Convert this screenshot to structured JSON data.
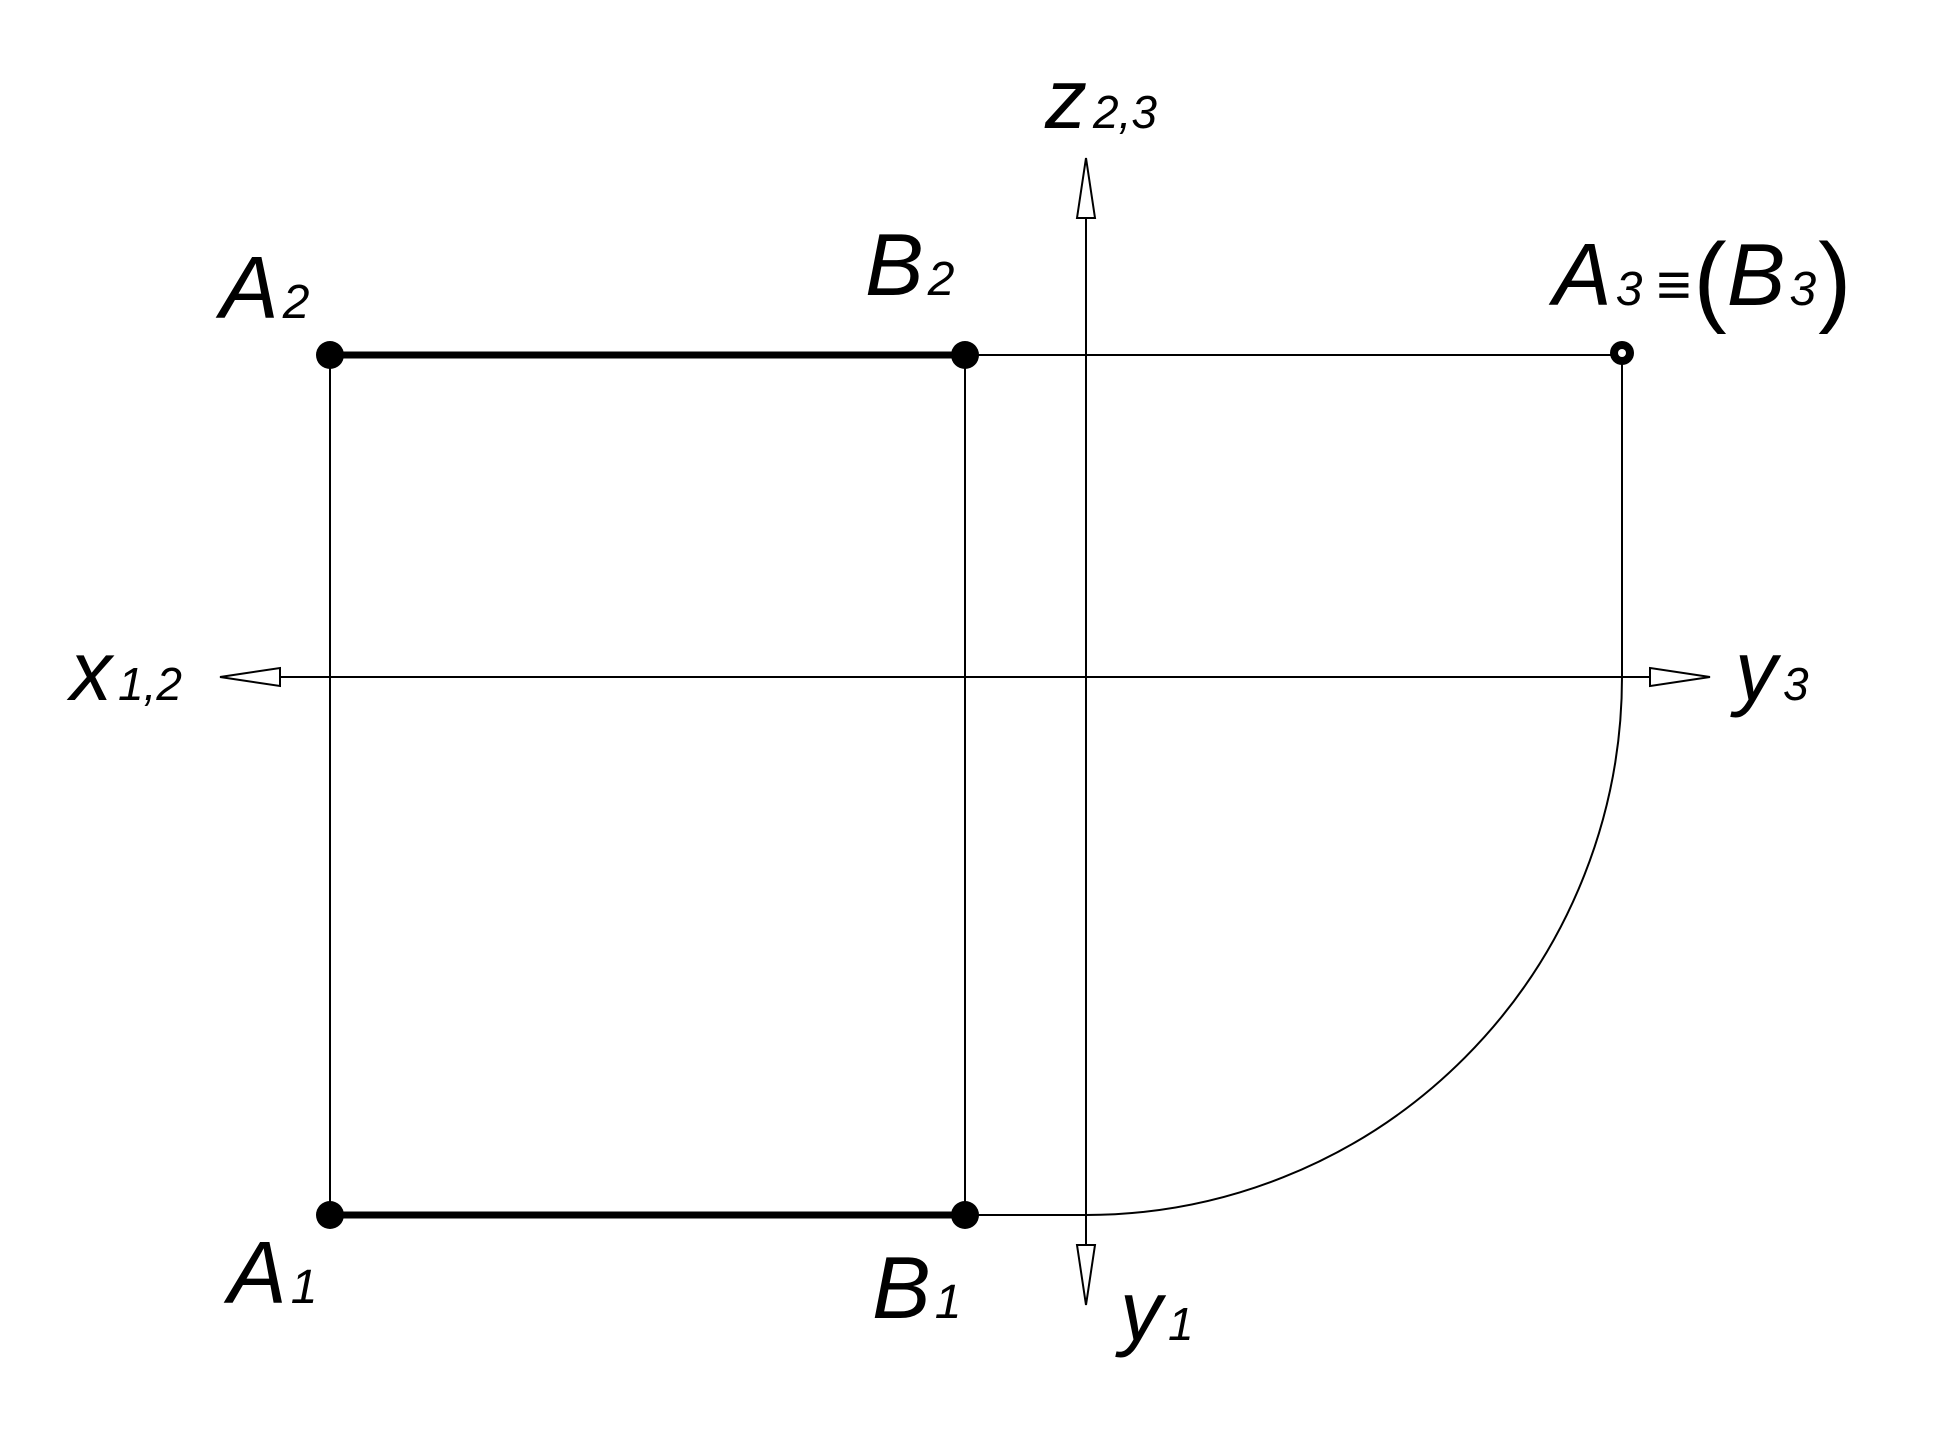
{
  "colors": {
    "ink": "#000000",
    "background": "#ffffff"
  },
  "axes": {
    "z": {
      "letter": "z",
      "sub": "2,3"
    },
    "x": {
      "letter": "x",
      "sub": "1,2"
    },
    "y3": {
      "letter": "y",
      "sub": "3"
    },
    "y1": {
      "letter": "y",
      "sub": "1"
    }
  },
  "points": {
    "A2": {
      "letter": "A",
      "sub": "2"
    },
    "B2": {
      "letter": "B",
      "sub": "2"
    },
    "A1": {
      "letter": "A",
      "sub": "1"
    },
    "B1": {
      "letter": "B",
      "sub": "1"
    },
    "A3": {
      "letter": "A",
      "sub": "3"
    },
    "B3": {
      "letter": "B",
      "sub": "3"
    }
  },
  "coincidence": {
    "symbol": "≡",
    "open": "(",
    "close": ")"
  }
}
